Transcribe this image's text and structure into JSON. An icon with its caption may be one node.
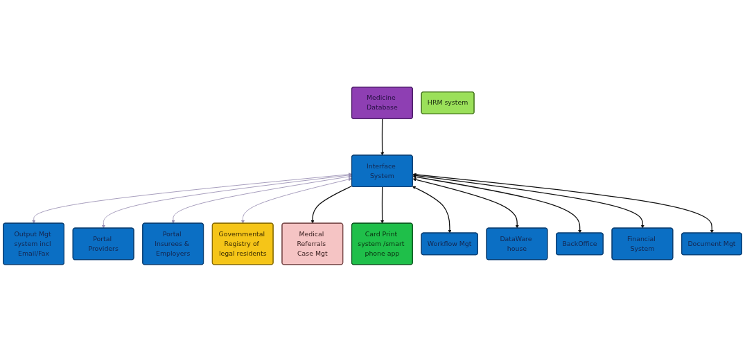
{
  "diagram": {
    "nodes": [
      {
        "text": [
          "Output Mgt system incl Email/Fax"
        ]
      },
      {
        "text": [
          "Portal Providers"
        ]
      },
      {
        "text": [
          "Portal Insurees & Employers"
        ]
      },
      {
        "text": [
          "Governmental Registry of legal residents"
        ]
      },
      {
        "text": [
          "Medical Referrals Case Mgt"
        ]
      },
      {
        "text": [
          "Interface System"
        ]
      },
      {
        "text": [
          "Medicine Database"
        ]
      },
      {
        "text": [
          "Card Print system /smart phone app"
        ]
      },
      {
        "text": [
          "HRM system"
        ]
      },
      {
        "text": [
          "Workflow Mgt"
        ]
      },
      {
        "text": [
          "DataWare house"
        ]
      },
      {
        "text": [
          "BackOffice"
        ]
      },
      {
        "text": [
          "Financial System"
        ]
      },
      {
        "text": [
          "Document Mgt"
        ]
      }
    ],
    "edges": [
      {
        "from": 5,
        "to": 0,
        "arrow": "both",
        "color": "#9a90b4"
      },
      {
        "from": 5,
        "to": 1,
        "arrow": "both",
        "color": "#9a90b4"
      },
      {
        "from": 5,
        "to": 2,
        "arrow": "both",
        "color": "#9a90b4"
      },
      {
        "from": 5,
        "to": 3,
        "arrow": "both",
        "color": "#9a90b4"
      },
      {
        "from": 5,
        "to": 4,
        "arrow": "to"
      },
      {
        "from": 5,
        "to": 7,
        "arrow": "to"
      },
      {
        "from": 6,
        "to": 5,
        "arrow": "to"
      },
      {
        "from": 5,
        "to": 9,
        "arrow": "both"
      },
      {
        "from": 5,
        "to": 10,
        "arrow": "both"
      },
      {
        "from": 5,
        "to": 11,
        "arrow": "both"
      },
      {
        "from": 5,
        "to": 12,
        "arrow": "both"
      },
      {
        "from": 5,
        "to": 13,
        "arrow": "both"
      }
    ]
  }
}
